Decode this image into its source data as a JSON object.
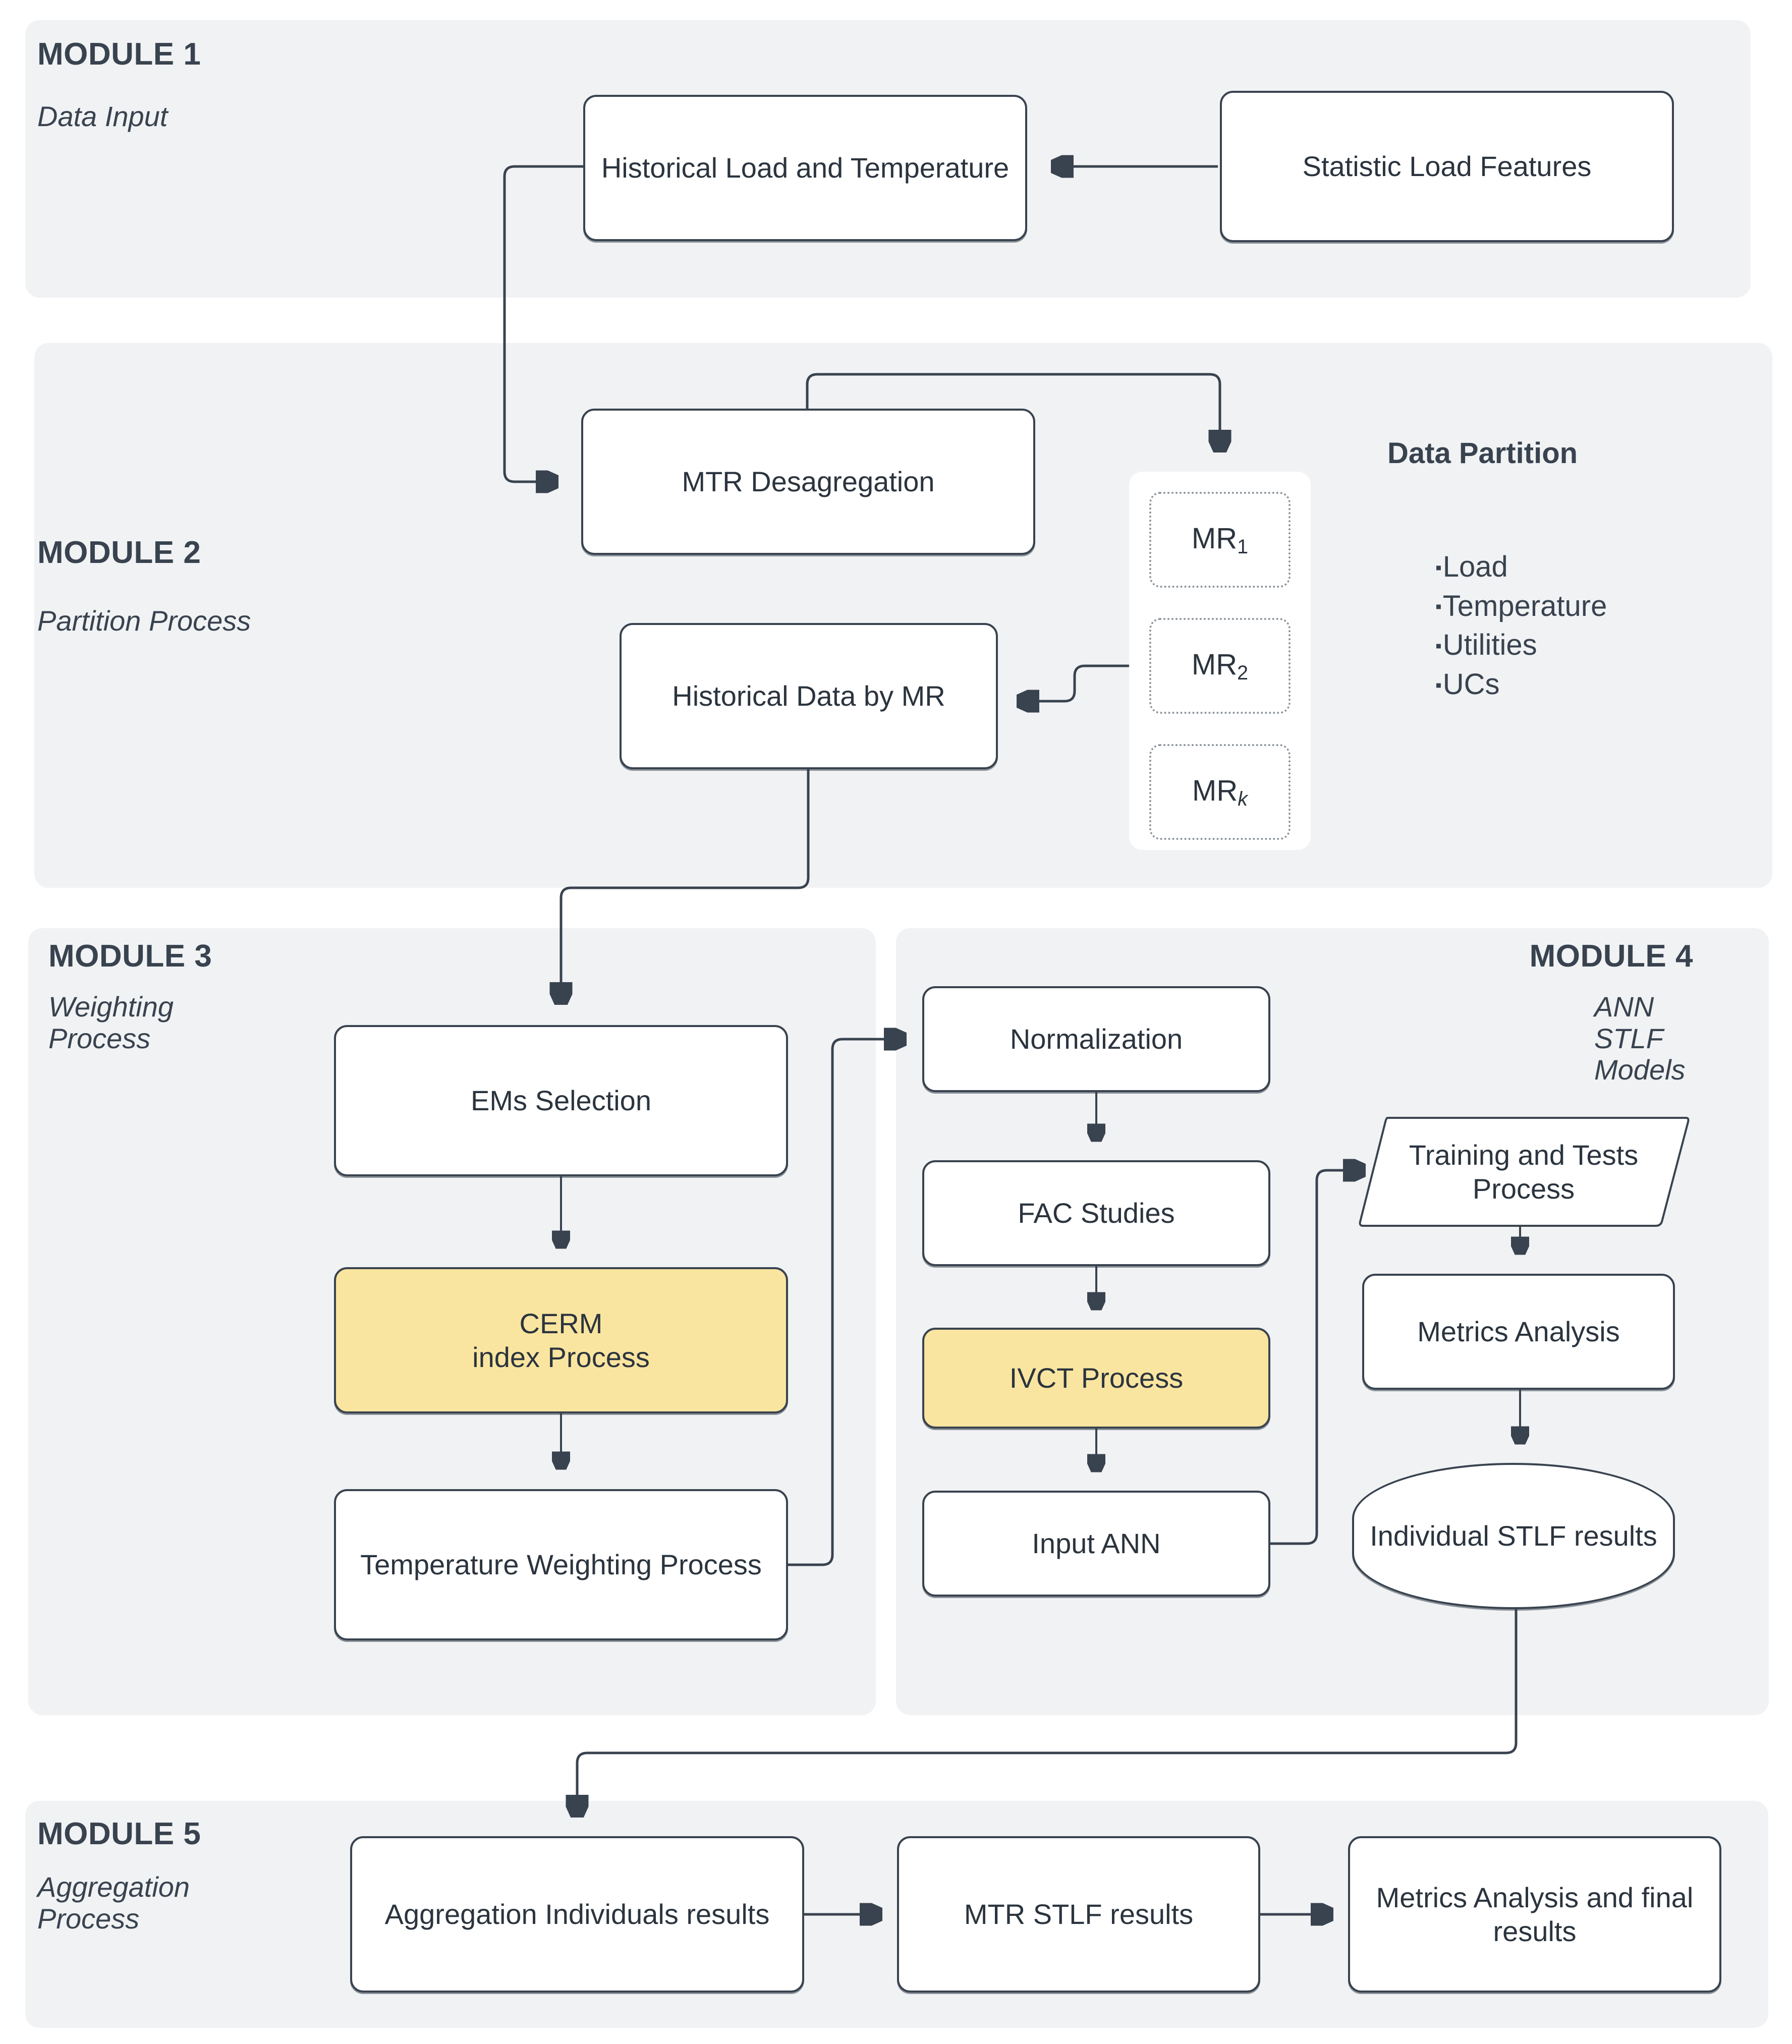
{
  "modules": [
    {
      "id": "module-1",
      "title": "MODULE 1",
      "subtitle": "Data Input"
    },
    {
      "id": "module-2",
      "title": "MODULE 2",
      "subtitle": "Partition Process"
    },
    {
      "id": "module-3",
      "title": "MODULE 3",
      "subtitle": "Weighting\nProcess"
    },
    {
      "id": "module-4",
      "title": "MODULE 4",
      "subtitle": "ANN STLF Models"
    },
    {
      "id": "module-5",
      "title": "MODULE 5",
      "subtitle": "Aggregation\nProcess"
    }
  ],
  "nodes": {
    "historical_load_temp": "Historical Load and Temperature",
    "statistic_load_features": "Statistic Load Features",
    "mtr_desagregation": "MTR Desagregation",
    "historical_data_by_mr": "Historical Data by MR",
    "ems_selection": "EMs Selection",
    "cerm_index_process": "CERM\nindex Process",
    "temperature_weighting": "Temperature Weighting Process",
    "normalization": "Normalization",
    "fac_studies": "FAC Studies",
    "ivct_process": "IVCT Process",
    "input_ann": "Input ANN",
    "training_tests_process": "Training and Tests Process",
    "metrics_analysis": "Metrics Analysis",
    "individual_stlf_results": "Individual STLF results",
    "aggregation_individuals": "Aggregation Individuals results",
    "mtr_stlf_results": "MTR STLF results",
    "metrics_final_results": "Metrics Analysis and final results"
  },
  "partition": {
    "title": "Data Partition",
    "mr_labels": [
      "MR",
      "MR",
      "MR"
    ],
    "mr_subscripts": [
      "1",
      "2",
      "k"
    ],
    "items": [
      "Load",
      "Temperature",
      "Utilities",
      "UCs"
    ],
    "bullet": "▪"
  },
  "colors": {
    "module_bg": "#f0f2f4",
    "stroke": "#39434f",
    "node_bg": "#ffffff",
    "highlight": "#fae5a0",
    "page_bg": "#ffffff",
    "mr_border": "#8d949c"
  }
}
